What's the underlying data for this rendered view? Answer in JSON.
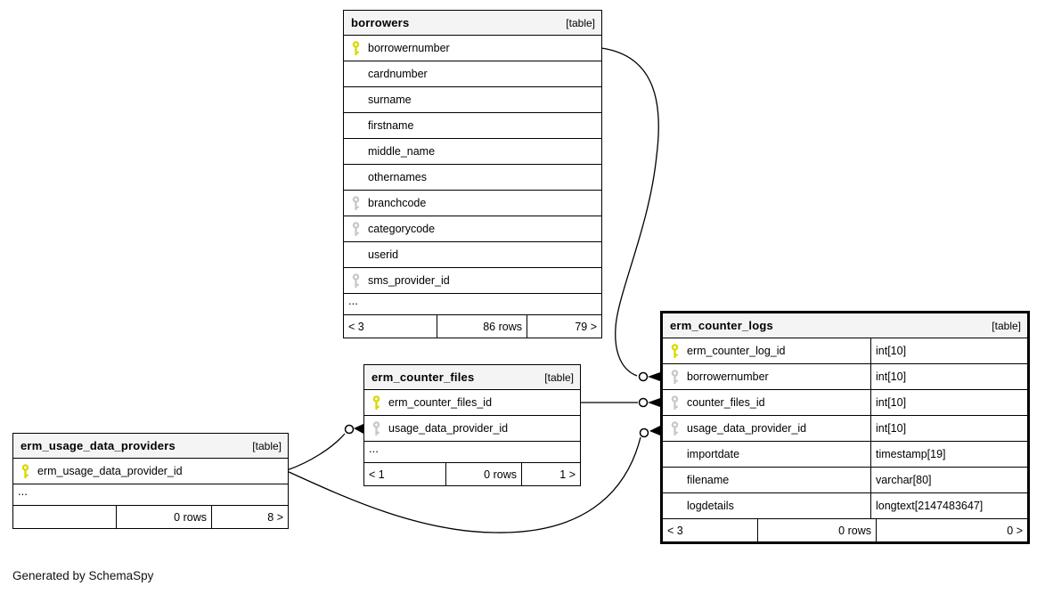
{
  "diagram": {
    "generator_note": "Generated by SchemaSpy",
    "colors": {
      "primary_key": "#d8d800",
      "foreign_key": "#c8c8c8",
      "header_bg": "#f4f4f4",
      "border": "#000000",
      "background": "#ffffff"
    },
    "tables": [
      {
        "id": "borrowers",
        "title": "borrowers",
        "tag": "[table]",
        "columns": [
          {
            "name": "borrowernumber",
            "key": "primary"
          },
          {
            "name": "cardnumber",
            "key": "none"
          },
          {
            "name": "surname",
            "key": "none"
          },
          {
            "name": "firstname",
            "key": "none"
          },
          {
            "name": "middle_name",
            "key": "none"
          },
          {
            "name": "othernames",
            "key": "none"
          },
          {
            "name": "branchcode",
            "key": "foreign"
          },
          {
            "name": "categorycode",
            "key": "foreign"
          },
          {
            "name": "userid",
            "key": "none"
          },
          {
            "name": "sms_provider_id",
            "key": "foreign"
          }
        ],
        "ellipsis": "...",
        "footer": {
          "left": "< 3",
          "center": "86 rows",
          "right": "79 >"
        }
      },
      {
        "id": "erm_counter_files",
        "title": "erm_counter_files",
        "tag": "[table]",
        "columns": [
          {
            "name": "erm_counter_files_id",
            "key": "primary"
          },
          {
            "name": "usage_data_provider_id",
            "key": "foreign"
          }
        ],
        "ellipsis": "...",
        "footer": {
          "left": "< 1",
          "center": "0 rows",
          "right": "1 >"
        }
      },
      {
        "id": "erm_usage_data_providers",
        "title": "erm_usage_data_providers",
        "tag": "[table]",
        "columns": [
          {
            "name": "erm_usage_data_provider_id",
            "key": "primary"
          }
        ],
        "ellipsis": "...",
        "footer": {
          "left": "",
          "center": "0 rows",
          "right": "8 >"
        }
      },
      {
        "id": "erm_counter_logs",
        "title": "erm_counter_logs",
        "tag": "[table]",
        "columns": [
          {
            "name": "erm_counter_log_id",
            "key": "primary",
            "type": "int[10]"
          },
          {
            "name": "borrowernumber",
            "key": "foreign",
            "type": "int[10]"
          },
          {
            "name": "counter_files_id",
            "key": "foreign",
            "type": "int[10]"
          },
          {
            "name": "usage_data_provider_id",
            "key": "foreign",
            "type": "int[10]"
          },
          {
            "name": "importdate",
            "key": "none",
            "type": "timestamp[19]"
          },
          {
            "name": "filename",
            "key": "none",
            "type": "varchar[80]"
          },
          {
            "name": "logdetails",
            "key": "none",
            "type": "longtext[2147483647]"
          }
        ],
        "footer": {
          "left": "< 3",
          "center": "0 rows",
          "right": "0 >"
        }
      }
    ],
    "relationships": [
      {
        "from": "borrowers.borrowernumber",
        "to": "erm_counter_logs.borrowernumber"
      },
      {
        "from": "erm_counter_files.erm_counter_files_id",
        "to": "erm_counter_logs.counter_files_id"
      },
      {
        "from": "erm_usage_data_providers.erm_usage_data_provider_id",
        "to": "erm_counter_files.usage_data_provider_id"
      },
      {
        "from": "erm_usage_data_providers.erm_usage_data_provider_id",
        "to": "erm_counter_logs.usage_data_provider_id"
      }
    ]
  }
}
